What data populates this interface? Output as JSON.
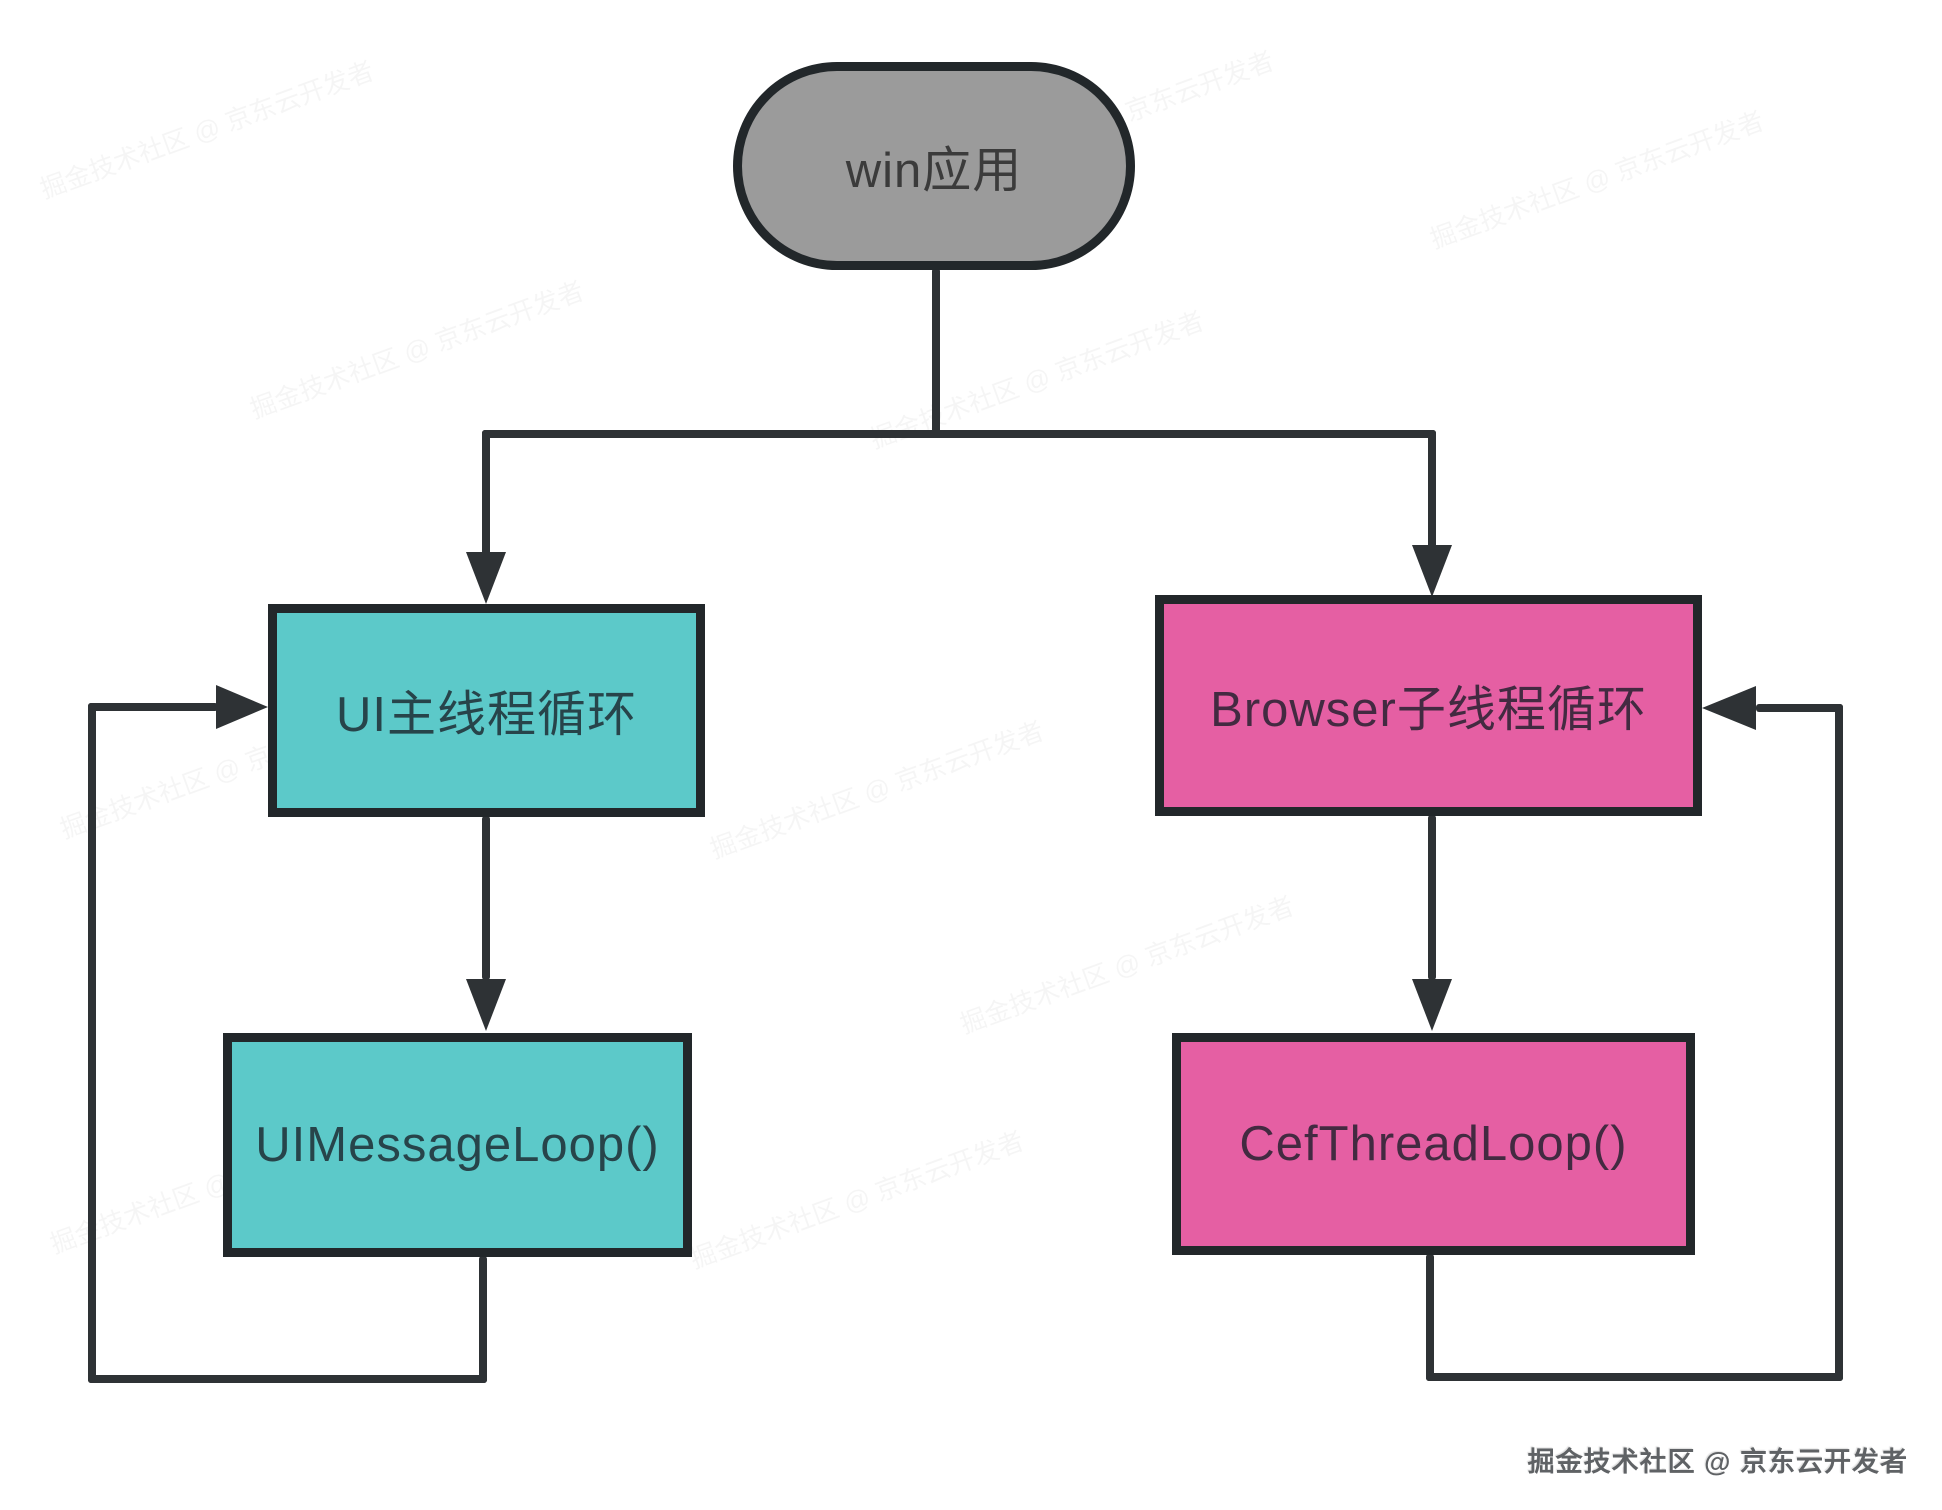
{
  "colors": {
    "bg": "#ffffff",
    "line": "#2e3235",
    "node-border": "#22272a",
    "node-gray": "#9b9b9b",
    "node-gray-text": "#3b3b3b",
    "node-teal": "#5cc9c9",
    "node-teal-text": "#27444a",
    "node-pink": "#e55fa3",
    "node-pink-text": "#432a41",
    "watermark-text": "#5f6265"
  },
  "diagram": {
    "root": {
      "label": "win应用",
      "shape": "rounded-capsule",
      "color": "#9b9b9b"
    },
    "nodes": [
      {
        "id": "ui-main-thread-loop",
        "label": "UI主线程循环",
        "color": "#5cc9c9"
      },
      {
        "id": "browser-child-thread-loop",
        "label": "Browser子线程循环",
        "color": "#e55fa3"
      },
      {
        "id": "ui-message-loop",
        "label": "UIMessageLoop()",
        "color": "#5cc9c9"
      },
      {
        "id": "cef-thread-loop",
        "label": "CefThreadLoop()",
        "color": "#e55fa3"
      }
    ],
    "edges": [
      {
        "from": "win应用",
        "to": "UI主线程循环",
        "type": "arrow"
      },
      {
        "from": "win应用",
        "to": "Browser子线程循环",
        "type": "arrow"
      },
      {
        "from": "UI主线程循环",
        "to": "UIMessageLoop()",
        "type": "arrow"
      },
      {
        "from": "Browser子线程循环",
        "to": "CefThreadLoop()",
        "type": "arrow"
      },
      {
        "from": "UIMessageLoop()",
        "to": "UI主线程循环",
        "type": "loop-back-left"
      },
      {
        "from": "CefThreadLoop()",
        "to": "Browser子线程循环",
        "type": "loop-back-right"
      }
    ]
  },
  "footer": {
    "watermark": "掘金技术社区 @ 京东云开发者"
  }
}
